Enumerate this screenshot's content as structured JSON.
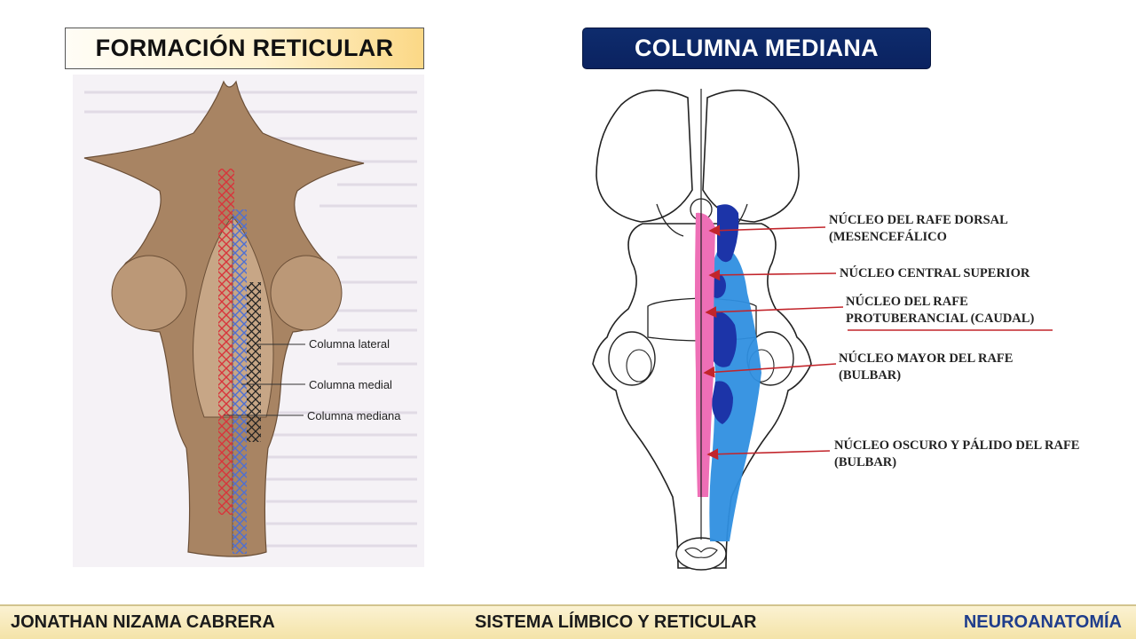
{
  "slide": {
    "left_title": "FORMACIÓN RETICULAR",
    "right_title": "COLUMNA MEDIANA"
  },
  "left_figure": {
    "labels": [
      "Columna lateral",
      "Columna medial",
      "Columna mediana"
    ]
  },
  "right_figure": {
    "nuclei": [
      {
        "line1": "NÚCLEO DEL RAFE DORSAL",
        "line2": "(MESENCEFÁLICO"
      },
      {
        "line1": "NÚCLEO CENTRAL SUPERIOR",
        "line2": ""
      },
      {
        "line1": "NÚCLEO DEL RAFE",
        "line2": "PROTUBERANCIAL (CAUDAL)"
      },
      {
        "line1": "NÚCLEO MAYOR DEL RAFE",
        "line2": "(BULBAR)"
      },
      {
        "line1": "NÚCLEO OSCURO Y PÁLIDO DEL RAFE",
        "line2": "(BULBAR)"
      }
    ]
  },
  "footer": {
    "author": "JONATHAN NIZAMA CABRERA",
    "topic": "SISTEMA LÍMBICO Y RETICULAR",
    "course": "NEUROANATOMÍA"
  },
  "colors": {
    "brain_tan": "#a88463",
    "rafe_pink": "#ee6fb6",
    "dark_blue": "#1c34a8",
    "light_blue": "#2f8fe0",
    "arrow_red": "#c2252b",
    "title_navy": "#0c2564"
  }
}
